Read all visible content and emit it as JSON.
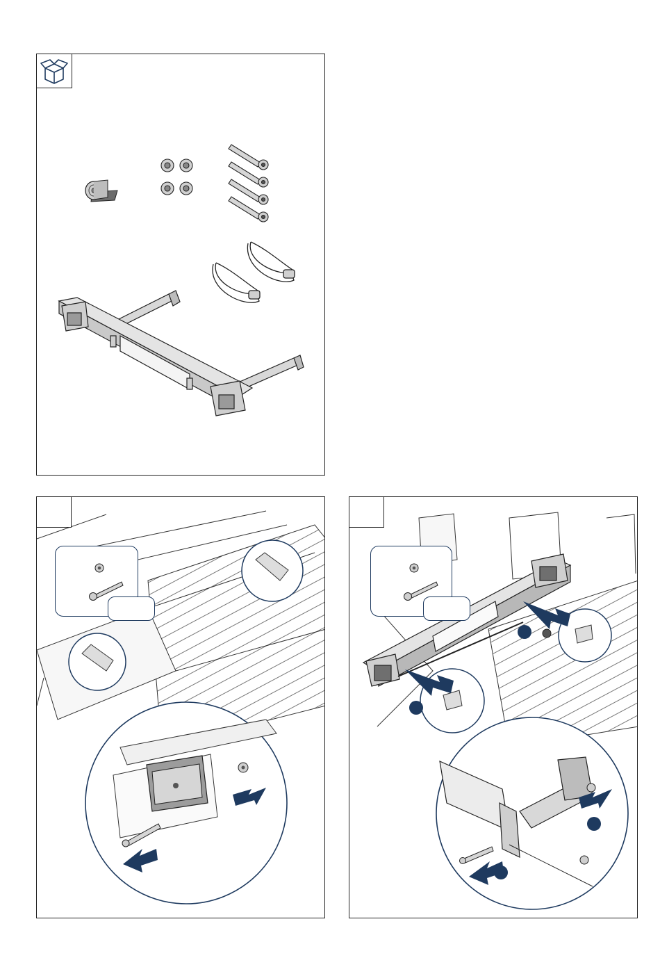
{
  "panels": [
    {
      "id": "parts",
      "icon": "package-box-icon"
    },
    {
      "id": "step1",
      "step_label": "",
      "qty_label": ""
    },
    {
      "id": "step2",
      "step_label": "",
      "qty_label": "",
      "markers": [
        "",
        "",
        "",
        ""
      ]
    }
  ],
  "colors": {
    "line": "#222222",
    "accent": "#1e3a5f",
    "part_fill": "#d9d9d9",
    "part_dark": "#9a9a9a"
  }
}
